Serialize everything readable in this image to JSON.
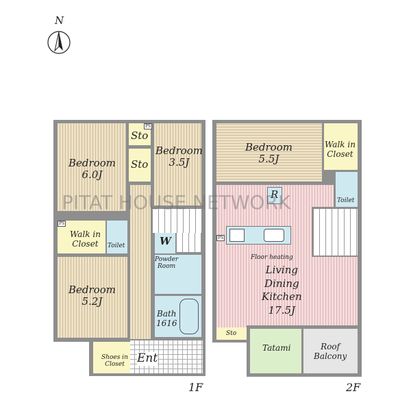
{
  "compass": {
    "label": "N"
  },
  "watermark": "PITAT HOUSE NETWORK",
  "floor1": {
    "label": "1F",
    "rooms": {
      "bedroom_a": {
        "name": "Bedroom",
        "size": "6.0J"
      },
      "sto_upper": "Sto",
      "sto_lower": "Sto",
      "bedroom_b": {
        "name": "Bedroom",
        "size": "3.5J"
      },
      "walk_in_closet": {
        "line1": "Walk in",
        "line2": "Closet"
      },
      "toilet": "Toilet",
      "bedroom_c": {
        "name": "Bedroom",
        "size": "5.2J"
      },
      "washer": "W",
      "powder_room": {
        "line1": "Powder",
        "line2": "Room"
      },
      "bath": {
        "line1": "Bath",
        "line2": "1616"
      },
      "shoes_closet": {
        "line1": "Shoes in",
        "line2": "Closet"
      },
      "entrance": "Ent"
    },
    "ps": "PS"
  },
  "floor2": {
    "label": "2F",
    "rooms": {
      "bedroom": {
        "name": "Bedroom",
        "size": "5.5J"
      },
      "walk_in_closet": {
        "line1": "Walk in",
        "line2": "Closet"
      },
      "toilet": "Toilet",
      "refrigerator": "R",
      "floor_heating": "Floor heating",
      "ldk": {
        "line1": "Living",
        "line2": "Dining",
        "line3": "Kitchen",
        "size": "17.5J"
      },
      "sto": "Sto",
      "tatami": "Tatami",
      "roof_balcony": {
        "line1": "Roof",
        "line2": "Balcony"
      }
    },
    "ps": "PS"
  }
}
